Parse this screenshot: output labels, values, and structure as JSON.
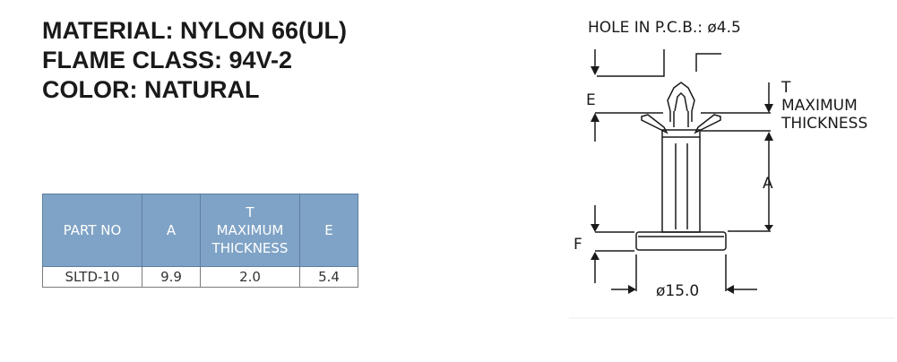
{
  "spec": {
    "material": "MATERIAL: NYLON 66(UL)",
    "flame": "FLAME CLASS: 94V-2",
    "color": "COLOR: NATURAL"
  },
  "table": {
    "headers": {
      "part_no": "PART NO",
      "a": "A",
      "t_line1": "T",
      "t_line2": "MAXIMUM",
      "t_line3": "THICKNESS",
      "e": "E"
    },
    "rows": [
      {
        "part_no": "SLTD-10",
        "a": "9.9",
        "t": "2.0",
        "e": "5.4"
      }
    ]
  },
  "drawing": {
    "hole_label": "HOLE IN P.C.B.: ø4.5",
    "t_label_1": "T",
    "t_label_2": "MAXIMUM",
    "t_label_3": "THICKNESS",
    "e_label": "E",
    "a_label": "A",
    "f_label": "F",
    "base_dia_label": "ø15.0"
  }
}
